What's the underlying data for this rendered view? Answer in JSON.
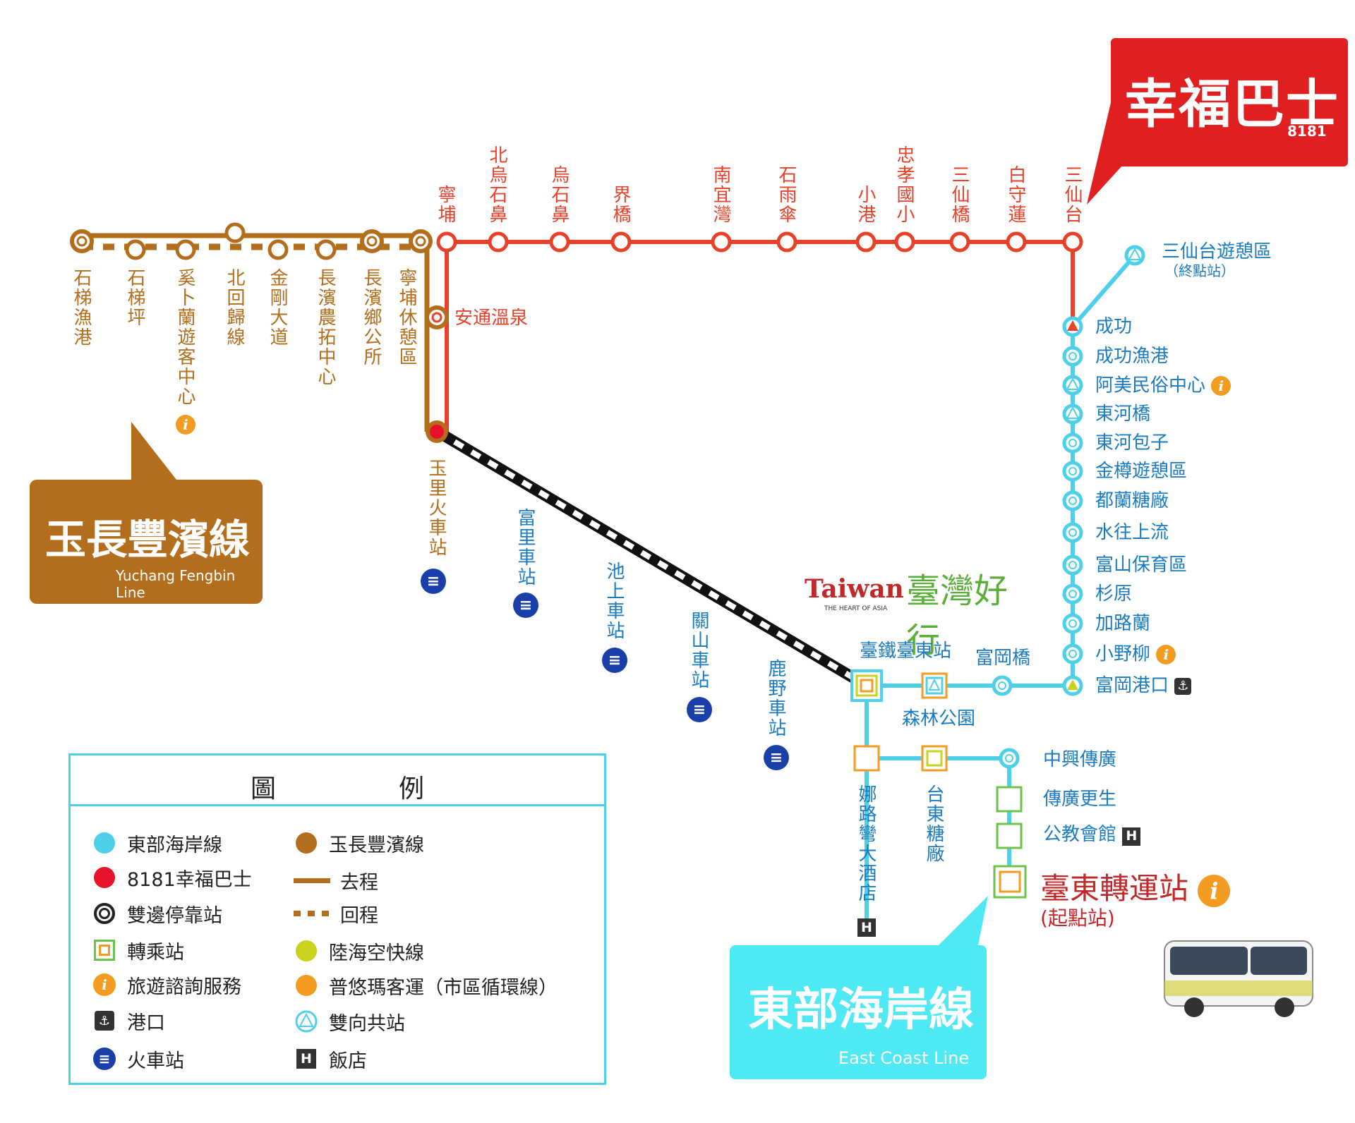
{
  "brand": {
    "happy_bus_name": "幸福巴士",
    "happy_bus_number": "8181",
    "yuchang_name": "玉長豐濱線",
    "yuchang_en": "Yuchang Fengbin Line",
    "eastcoast_name": "東部海岸線",
    "eastcoast_en": "East Coast Line",
    "taiwan_brand": "Taiwan",
    "taiwan_sub": "THE HEART OF ASIA",
    "taiwan_slogan": "臺灣好行"
  },
  "colors": {
    "red": "#e8412a",
    "brown": "#b26e1c",
    "blue": "#4fd0ea",
    "orange": "#f39c21",
    "yellowgreen": "#c9d21f",
    "train_blue": "#1a3fa8"
  },
  "red_line_stops": [
    {
      "id": "ningpu",
      "label": "寧埔"
    },
    {
      "id": "beiwushi",
      "label": "北烏石鼻"
    },
    {
      "id": "wushi",
      "label": "烏石鼻"
    },
    {
      "id": "jieqiao",
      "label": "界橋"
    },
    {
      "id": "nanyi",
      "label": "南宜灣"
    },
    {
      "id": "shiyusan",
      "label": "石雨傘"
    },
    {
      "id": "xiaogang",
      "label": "小港"
    },
    {
      "id": "zhongxiao",
      "label": "忠孝國小"
    },
    {
      "id": "sanxianqiao",
      "label": "三仙橋"
    },
    {
      "id": "baishoulian",
      "label": "白守蓮"
    },
    {
      "id": "sanxiantai",
      "label": "三仙台"
    }
  ],
  "red_branch_stops": {
    "antong": "安通溫泉",
    "yuli": "玉里火車站"
  },
  "brown_line_stops": [
    {
      "id": "shiti_harbor",
      "label": "石梯漁港"
    },
    {
      "id": "shitiping",
      "label": "石梯坪"
    },
    {
      "id": "xiburan",
      "label": "奚卜蘭遊客中心"
    },
    {
      "id": "tropic",
      "label": "北回歸線"
    },
    {
      "id": "jingang",
      "label": "金剛大道"
    },
    {
      "id": "changbin_farm",
      "label": "長濱農拓中心"
    },
    {
      "id": "changbin_office",
      "label": "長濱鄉公所"
    },
    {
      "id": "ningpu_rest",
      "label": "寧埔休憩區"
    }
  ],
  "train_stations": [
    {
      "id": "fuli",
      "label": "富里車站"
    },
    {
      "id": "chishang",
      "label": "池上車站"
    },
    {
      "id": "guanshan",
      "label": "關山車站"
    },
    {
      "id": "luye",
      "label": "鹿野車站"
    }
  ],
  "blue_line_stops": [
    {
      "id": "sanxiantai_rec",
      "label": "三仙台遊憩區"
    },
    {
      "id": "chenggong",
      "label": "成功"
    },
    {
      "id": "chenggong_harbor",
      "label": "成功漁港"
    },
    {
      "id": "amis",
      "label": "阿美民俗中心"
    },
    {
      "id": "donghe_bridge",
      "label": "東河橋"
    },
    {
      "id": "donghe_bun",
      "label": "東河包子"
    },
    {
      "id": "jinzun",
      "label": "金樽遊憩區"
    },
    {
      "id": "dulan",
      "label": "都蘭糖廠"
    },
    {
      "id": "water_up",
      "label": "水往上流"
    },
    {
      "id": "fushan",
      "label": "富山保育區"
    },
    {
      "id": "shanyuan",
      "label": "杉原"
    },
    {
      "id": "jialulan",
      "label": "加路蘭"
    },
    {
      "id": "xiaoyeliu",
      "label": "小野柳"
    },
    {
      "id": "fugang_harbor",
      "label": "富岡港口"
    }
  ],
  "blue_terminal_note": "（終點站）",
  "city_stops": {
    "taitung_rail": "臺鐵臺東站",
    "fugang_bridge": "富岡橋",
    "forest_park": "森林公園",
    "naluwan": "娜路彎大酒店",
    "sugar_factory": "台東糖廠",
    "zhongxing": "中興傳廣",
    "chuanguang": "傳廣更生",
    "teachers_hall": "公教會館",
    "taitung_transfer": "臺東轉運站",
    "start_note": "(起點站)"
  },
  "legend": {
    "title_left": "圖",
    "title_right": "例",
    "items": [
      {
        "id": "eastcoast",
        "label": "東部海岸線"
      },
      {
        "id": "happy",
        "label": "8181幸福巴士"
      },
      {
        "id": "double",
        "label": "雙邊停靠站"
      },
      {
        "id": "transfer",
        "label": "轉乘站"
      },
      {
        "id": "info",
        "label": "旅遊諮詢服務"
      },
      {
        "id": "port",
        "label": "港口"
      },
      {
        "id": "train",
        "label": "火車站"
      },
      {
        "id": "yuchang",
        "label": "玉長豐濱線"
      },
      {
        "id": "outbound",
        "label": "去程"
      },
      {
        "id": "return",
        "label": "回程"
      },
      {
        "id": "landseaair",
        "label": "陸海空快線"
      },
      {
        "id": "puyouma",
        "label": "普悠瑪客運（市區循環線）"
      },
      {
        "id": "shared",
        "label": "雙向共站"
      },
      {
        "id": "hotel",
        "label": "飯店"
      }
    ]
  },
  "icons": {
    "info": "i",
    "anchor": "⚓",
    "hotel": "H",
    "train": "≡"
  }
}
